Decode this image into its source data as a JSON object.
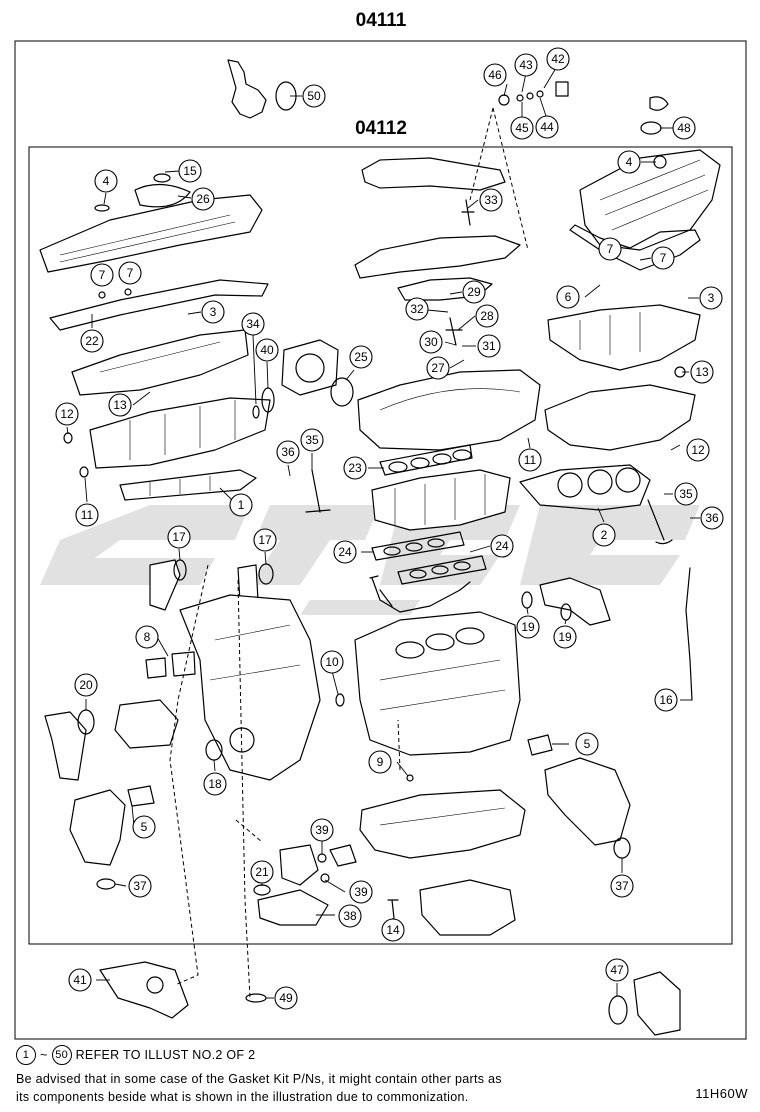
{
  "kits": {
    "outer_code": "04111",
    "inner_code": "04112"
  },
  "legend": {
    "from_number": "1",
    "tilde": "~",
    "to_number": "50",
    "text": "REFER TO ILLUST NO.2 OF 2"
  },
  "notes": {
    "line1": "Be advised that in some case of the Gasket Kit P/Ns,  it might contain other parts as",
    "line2": "its components beside what is shown in the illustration due to commonization."
  },
  "figure_code": "11H60W",
  "callouts": [
    "50",
    "46",
    "43",
    "42",
    "45",
    "44",
    "48",
    "15",
    "26",
    "4",
    "33",
    "29",
    "32",
    "28",
    "30",
    "31",
    "27",
    "7",
    "6",
    "3",
    "22",
    "34",
    "40",
    "25",
    "13",
    "12",
    "11",
    "1",
    "36",
    "35",
    "23",
    "2",
    "17",
    "24",
    "19",
    "8",
    "10",
    "20",
    "18",
    "16",
    "9",
    "5",
    "39",
    "21",
    "38",
    "37",
    "14",
    "41",
    "49",
    "47"
  ],
  "watermark": {
    "color": "#c9c9c9"
  }
}
